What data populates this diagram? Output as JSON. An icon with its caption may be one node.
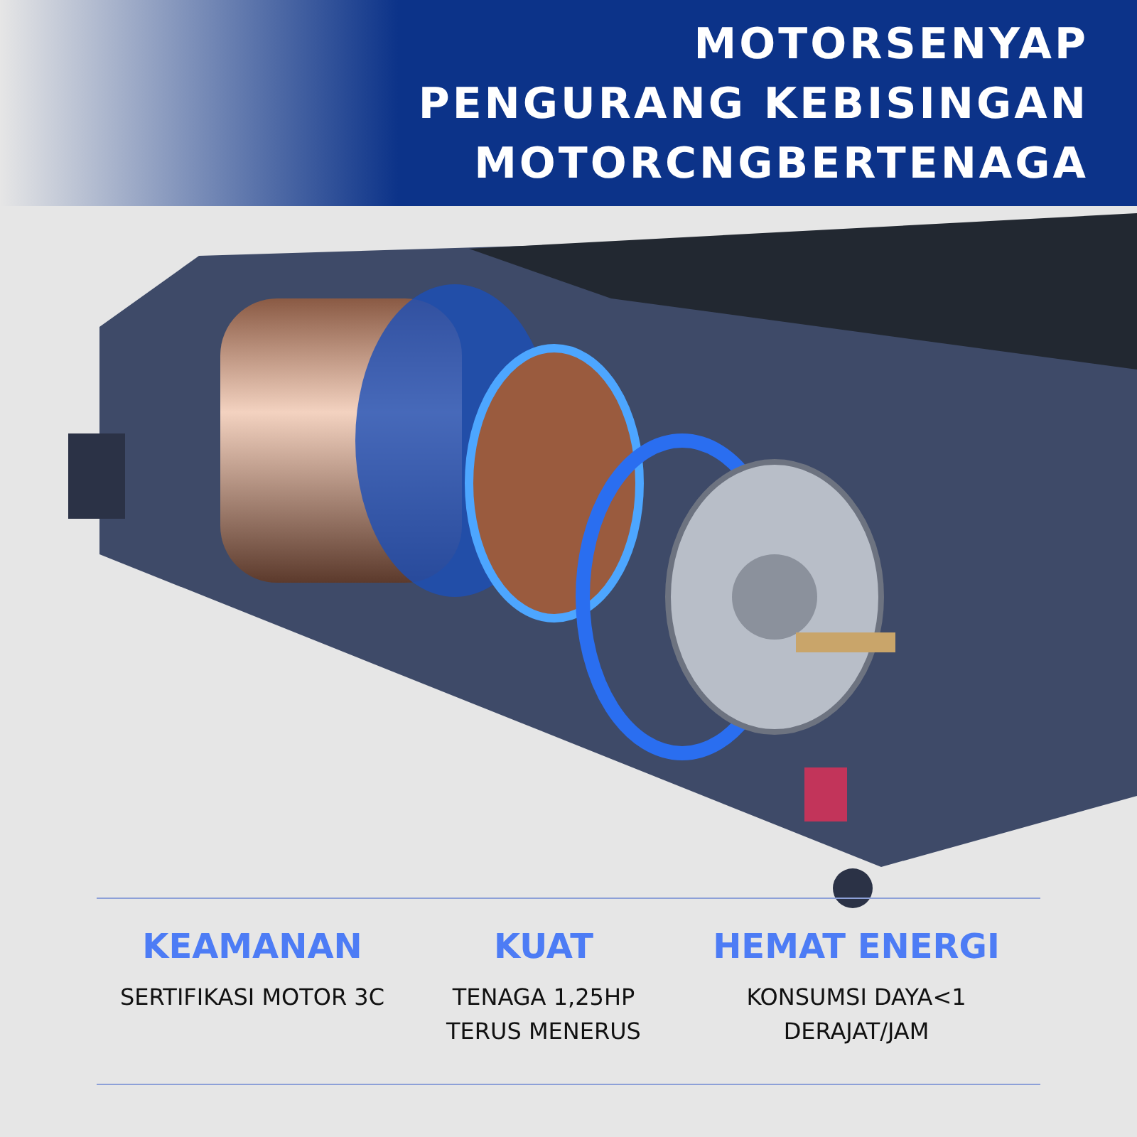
{
  "diagram": {
    "labels": [
      "MOTORSENYAP",
      "PENGURANG KEBISINGAN",
      "MOTORCNGBERTENAGA",
      "KEAMANAN",
      "SERTIFIKASI MOTOR 3C",
      "KUAT",
      "TENAGA 1,25HP TERUS MENERUS",
      "HEMAT ENERGI",
      "KONSUMSI DAYA<1 DERAJAT/JAM"
    ]
  }
}
